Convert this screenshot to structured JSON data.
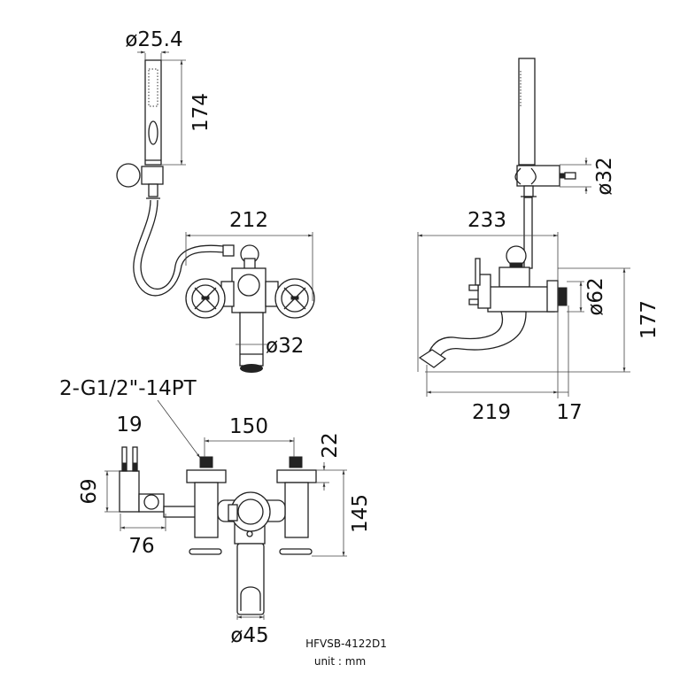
{
  "drawing": {
    "model": "HFVSB-4122D1",
    "unit_label": "unit : mm"
  },
  "front_view": {
    "hand_shower_diameter": "ø25.4",
    "hand_shower_length": "174",
    "overall_width": "212",
    "spout_diameter": "ø32"
  },
  "bottom_view": {
    "thread_spec": "2-G1/2\"-14PT",
    "holder_pin_spacing": "19",
    "inlet_spacing": "150",
    "inlet_thread_length": "22",
    "holder_height": "69",
    "holder_width": "76",
    "body_depth": "145",
    "spout_diameter": "ø45"
  },
  "side_view": {
    "holder_diameter": "ø32",
    "overall_depth": "233",
    "flange_diameter": "ø62",
    "overall_height": "177",
    "spout_projection": "219",
    "flange_thickness": "17"
  }
}
